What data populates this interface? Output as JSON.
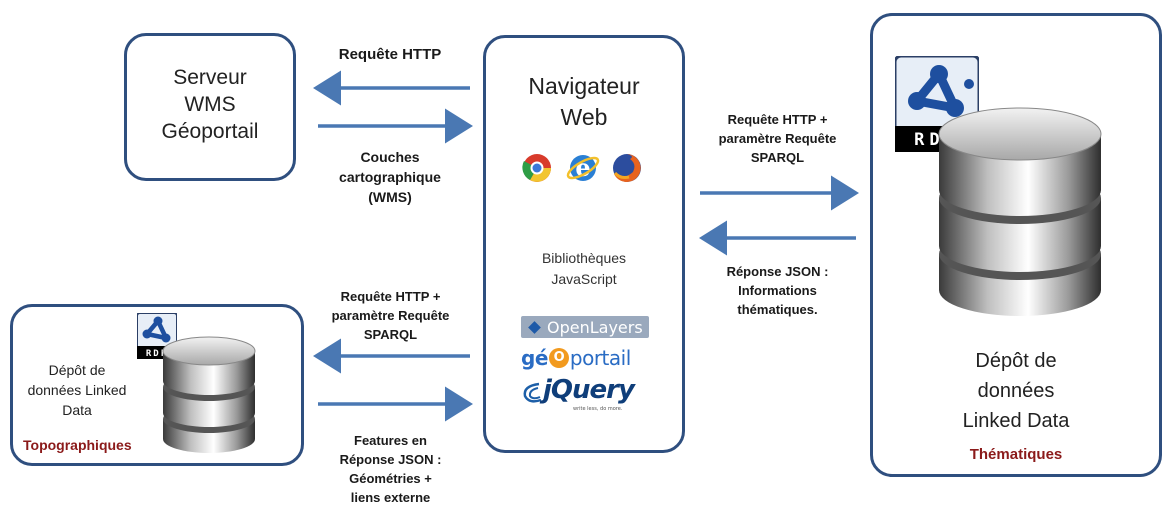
{
  "server_box": {
    "lines": [
      "Serveur",
      "WMS",
      "Géoportail"
    ]
  },
  "browser_box": {
    "title_lines": [
      "Navigateur",
      "Web"
    ],
    "libs_lines": [
      "Bibliothèques",
      "JavaScript"
    ],
    "logos": {
      "openlayers": "OpenLayers",
      "geo_part1": "g",
      "geo_e": "é",
      "geo_o": "O",
      "geo_part2": "portail",
      "jquery": "jQuery",
      "jquery_tagline": "write less, do more."
    }
  },
  "arrow_labels": {
    "http_request_top": [
      "Requête HTTP"
    ],
    "wms_layers": [
      "Couches",
      "cartographique",
      "(WMS)"
    ],
    "sparql_request_right": [
      "Requête HTTP +",
      "paramètre Requête",
      "SPARQL"
    ],
    "json_response_right": [
      "Réponse JSON :",
      "Informations",
      "thématiques."
    ],
    "sparql_request_left": [
      "Requête HTTP +",
      "paramètre Requête",
      "SPARQL"
    ],
    "features_response_left": [
      "Features en",
      "Réponse JSON :",
      "Géométries +",
      "liens externe"
    ]
  },
  "topo_box": {
    "lines": [
      "Dépôt de",
      "données Linked",
      "Data"
    ],
    "category": "Topographiques",
    "rdf_text": "RDF"
  },
  "thematic_box": {
    "lines": [
      "Dépôt de",
      "données",
      "Linked Data"
    ],
    "category": "Thématiques",
    "rdf_text": "RDF"
  },
  "colors": {
    "border": "#2f4f7f",
    "arrow": "#4a78b3",
    "category": "#8b1a1a",
    "rdf_blue": "#1e4f9f"
  }
}
